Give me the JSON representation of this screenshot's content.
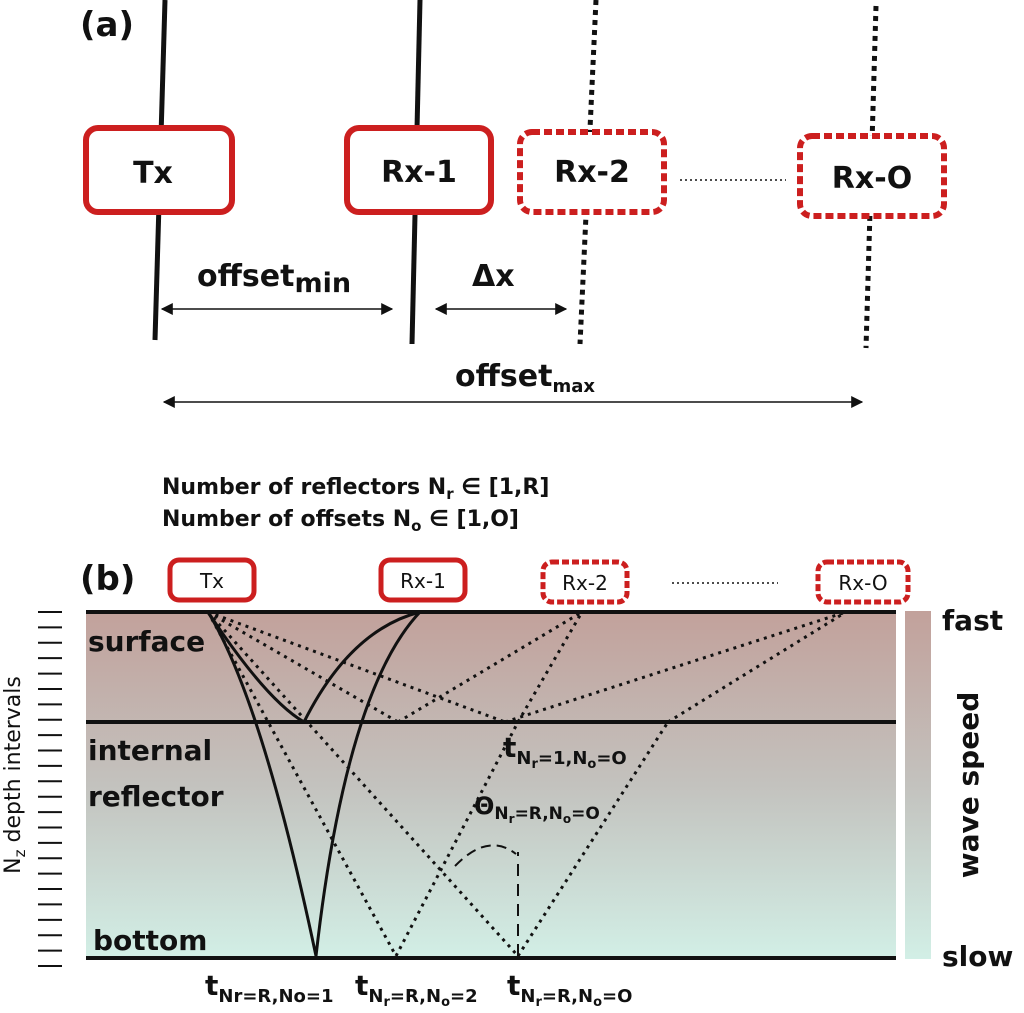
{
  "panel_a": {
    "label": "(a)",
    "tx": "Tx",
    "rx1": "Rx-1",
    "rx2": "Rx-2",
    "rxo": "Rx-O",
    "offset_min": {
      "main": "offset",
      "sub": "min"
    },
    "delta_x": "Δx",
    "offset_max": {
      "main": "offset",
      "sub": "max"
    }
  },
  "notes": {
    "reflectors": {
      "pre": "Number of reflectors N",
      "sub": "r",
      "post": " ∈ [1,R]"
    },
    "offsets": {
      "pre": "Number of offsets N",
      "sub": "o",
      "post": " ∈ [1,O]"
    }
  },
  "panel_b": {
    "label": "(b)",
    "tx": "Tx",
    "rx1": "Rx-1",
    "rx2": "Rx-2",
    "rxo": "Rx-O",
    "depth_axis": {
      "pre": "N",
      "sub": "z",
      "post": " depth intervals"
    },
    "surface": "surface",
    "internal_line1": "internal",
    "internal_line2": "reflector",
    "bottom": "bottom",
    "t_internal": {
      "main": "t",
      "sub": "N",
      "subsub": "r",
      "mid": "=1,N",
      "subsub2": "o",
      "end": "=O"
    },
    "theta": {
      "main": "Θ",
      "sub": "N",
      "subsub": "r",
      "mid": "=R,N",
      "subsub2": "o",
      "end": "=O"
    },
    "t1": {
      "main": "t",
      "sub": "Nr=R,No=1"
    },
    "t2": {
      "main": "t",
      "sub": "N",
      "subsub": "r",
      "mid": "=R,N",
      "subsub2": "o",
      "end": "=2"
    },
    "t3": {
      "main": "t",
      "sub": "N",
      "subsub": "r",
      "mid": "=R,N",
      "subsub2": "o",
      "end": "=O"
    },
    "colorbar": {
      "top": "fast",
      "title": "wave speed",
      "bottom": "slow"
    }
  },
  "colors": {
    "red": "#cc1f1f",
    "fast": "#c2a19b",
    "slow": "#d2efe6"
  }
}
